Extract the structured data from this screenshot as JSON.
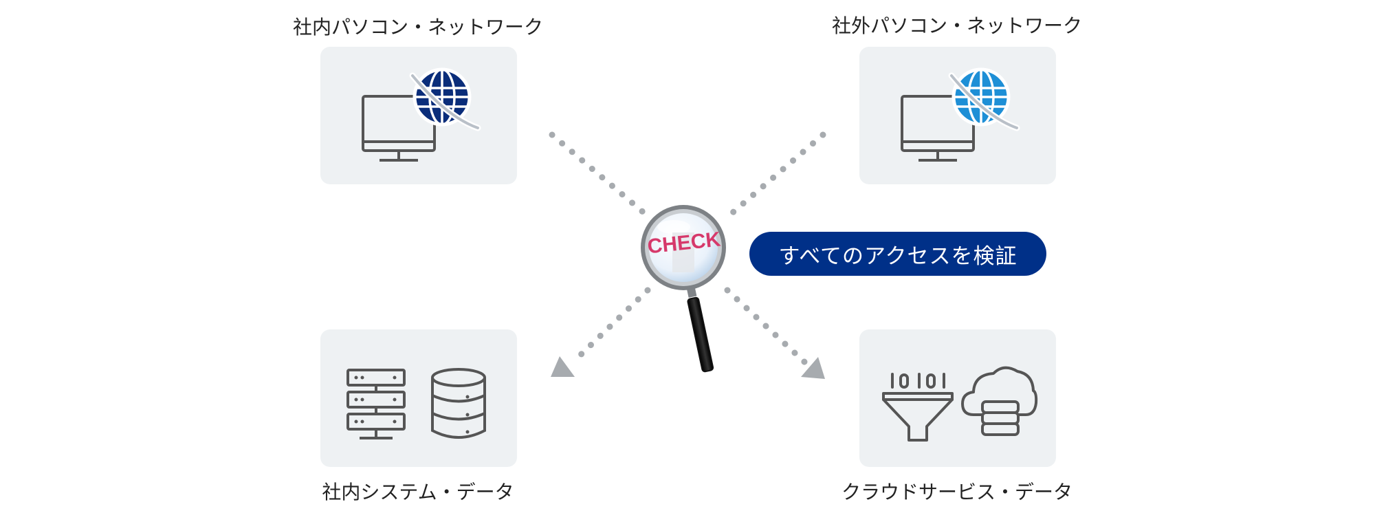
{
  "nodes": {
    "internal_pc": {
      "label": "社内パソコン・ネットワーク"
    },
    "external_pc": {
      "label": "社外パソコン・ネットワーク"
    },
    "internal_data": {
      "label": "社内システム・データ"
    },
    "cloud_data": {
      "label": "クラウドサービス・データ"
    }
  },
  "center": {
    "check_text": "CHECK",
    "badge": "すべてのアクセスを検証"
  },
  "colors": {
    "card_bg": "#eef1f3",
    "icon_gray": "#555555",
    "dots": "#a7abaf",
    "badge_bg": "#003088",
    "globe_dark": "#0a2d7a",
    "globe_light": "#1e8fd6",
    "check_text": "#d6396b"
  }
}
